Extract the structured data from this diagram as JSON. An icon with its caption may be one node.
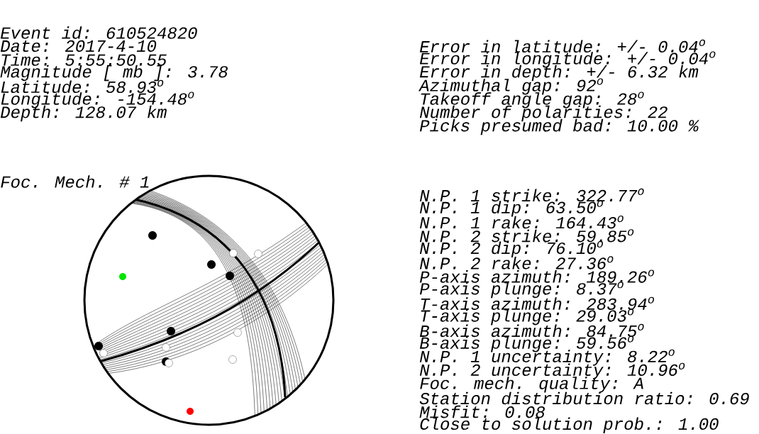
{
  "diagram": {
    "labels": [
      "Event id: 610524820",
      "Date: 2017-4-10",
      "Time: 5:55:50.55",
      "Magnitude [ mb ]: 3.78",
      "Latitude: 58.93$^{o}$",
      "Longitude: -154.48$^{o}$",
      "Depth: 128.07 km",
      "Error in latitude: +/- 0.04$^{o}$",
      "Error in longitude: +/- 0.04$^{o}$",
      "Error in depth: +/- 6.32 km",
      "Azimuthal gap: 92$^{o}$",
      "Takeoff angle gap: 28$^{o}$",
      "Number of polarities: 22",
      "Picks presumed bad: 10.00 %",
      "Foc. Mech. # 1",
      "N.P. 1 strike: 322.77$^{o}$",
      "N.P. 1 dip: 63.50$^{o}$",
      "N.P. 1 rake: 164.43$^{o}$",
      "N.P. 2 strike: 59.85$^{o}$",
      "N.P. 2 dip: 76.10$^{o}$",
      "N.P. 2 rake: 27.36$^{o}$",
      "P-axis azimuth: 189.26$^{o}$",
      "P-axis plunge: 8.37$^{o}$",
      "T-axis azimuth: 283.94$^{o}$",
      "T-axis plunge: 29.03$^{o}$",
      "B-axis azimuth: 84.75$^{o}$",
      "B-axis plunge: 59.56$^{o}$",
      "N.P. 1 uncertainty: 8.22$^{o}$",
      "N.P. 2 uncertainty: 10.96$^{o}$",
      "Foc. mech. quality: A",
      "Station distribution ratio: 0.69",
      "Misfit: 0.08",
      "Close to solution prob.: 1.00"
    ]
  }
}
